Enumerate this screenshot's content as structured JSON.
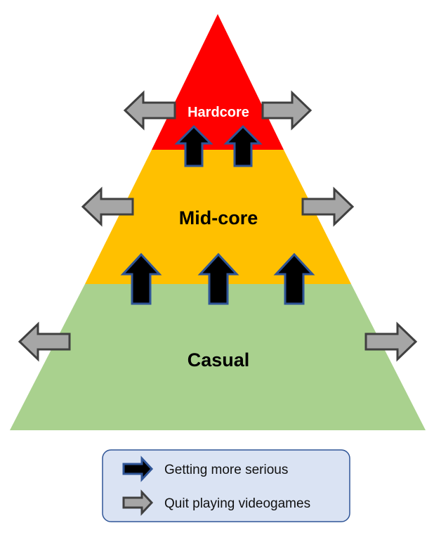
{
  "tiers": {
    "hardcore": {
      "label": "Hardcore",
      "fill": "#ff0000",
      "label_color": "#ffffff"
    },
    "midcore": {
      "label": "Mid-core",
      "fill": "#ffc000",
      "label_color": "#000000"
    },
    "casual": {
      "label": "Casual",
      "fill": "#a9d18e",
      "label_color": "#000000"
    }
  },
  "arrow_styles": {
    "up": {
      "fill": "#000000",
      "stroke": "#2f5597"
    },
    "out": {
      "fill": "#a6a6a6",
      "stroke": "#404040"
    }
  },
  "legend": {
    "background": "#dae3f3",
    "border": "#2f5597",
    "items": [
      {
        "icon": "black-arrow-icon",
        "label": "Getting more serious"
      },
      {
        "icon": "gray-arrow-icon",
        "label": "Quit playing videogames"
      }
    ]
  }
}
